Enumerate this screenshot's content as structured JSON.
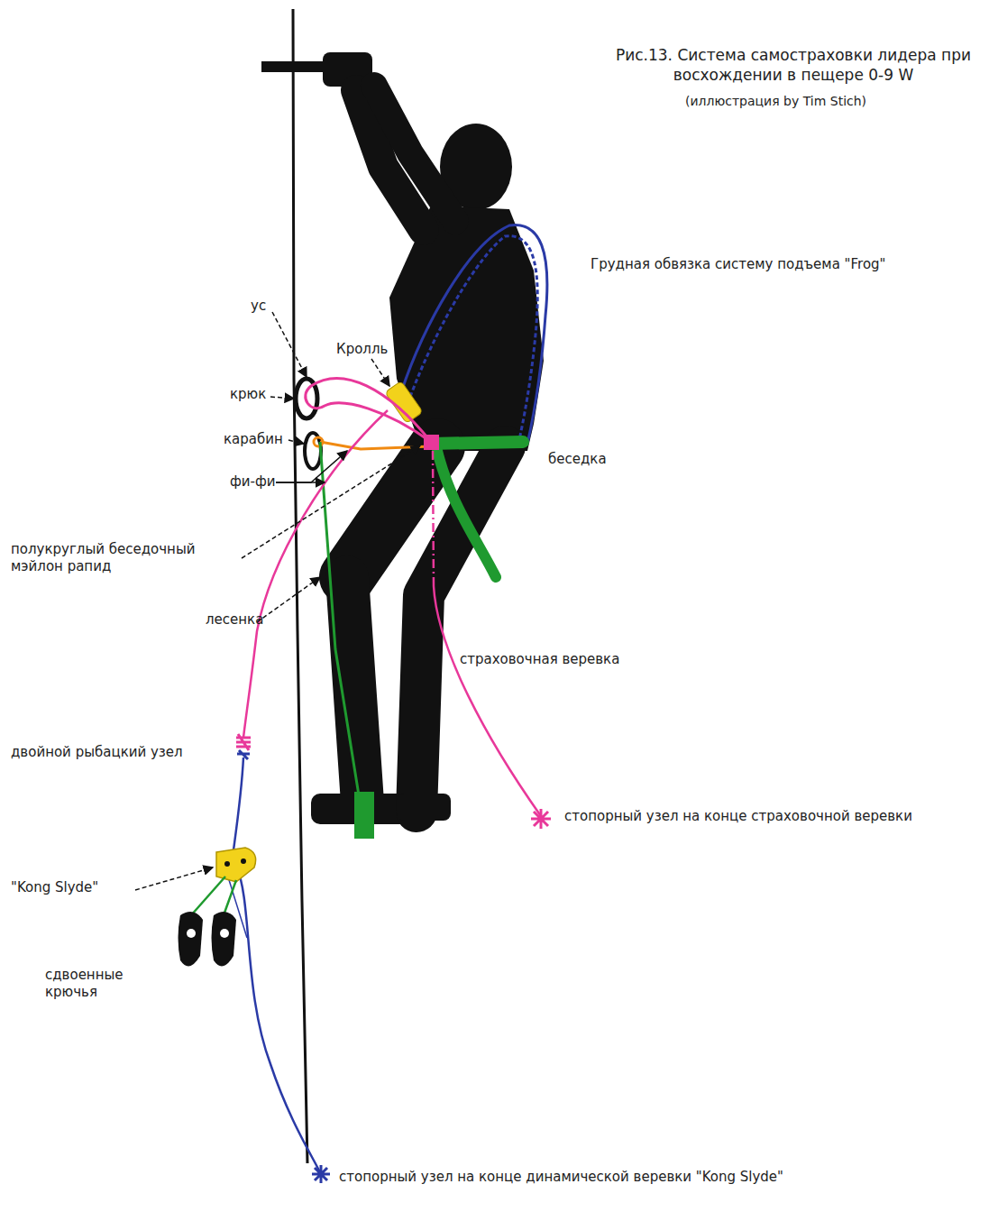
{
  "diagram": {
    "title": "Рис.13. Система самостраховки лидера при восхождении в пещере 0-9 W",
    "labels": [
      "(иллюстрация by Tim Stich)",
      "Грудная обвязка систему подъема \"Frog\"",
      "ус",
      "Кролль",
      "крюк",
      "карабин",
      "беседка",
      "фи-фи",
      "полукруглый беседочный мэйлон рапид",
      "лесенка",
      "страховочная веревка",
      "двойной рыбацкий узел",
      "стопорный узел на конце страховочной веревки",
      "\"Kong Slyde\"",
      "сдвоенные крючья",
      "стопорный узел на конце динамической веревки \"Kong Slyde\""
    ]
  }
}
